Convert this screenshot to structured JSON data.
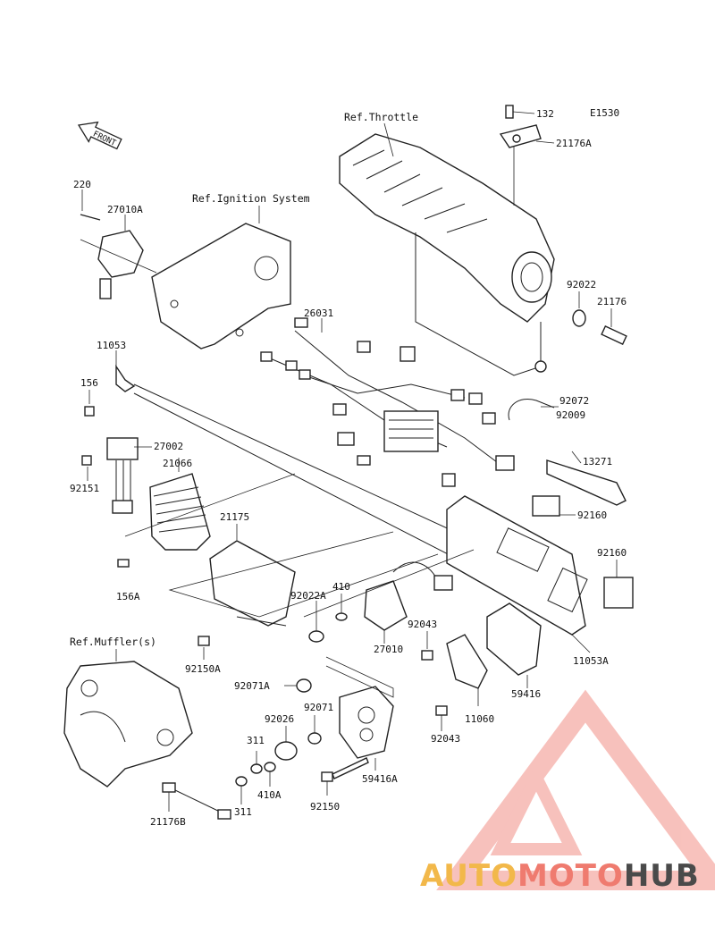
{
  "diagram_code": "E1530",
  "front_label": "FRONT",
  "refs": {
    "throttle": "Ref.Throttle",
    "ignition": "Ref.Ignition System",
    "muffler": "Ref.Muffler(s)"
  },
  "part_numbers": [
    "132",
    "21176A",
    "220",
    "27010A",
    "92022",
    "21176",
    "26031",
    "11053",
    "156",
    "92072",
    "92009",
    "27002",
    "21066",
    "92151",
    "13271",
    "92160",
    "21175",
    "92160",
    "156A",
    "410",
    "92022A",
    "27010",
    "92043",
    "11053A",
    "92150A",
    "92071A",
    "59416",
    "92071",
    "92026",
    "11060",
    "92043",
    "311",
    "59416A",
    "410A",
    "92150",
    "311",
    "21176B"
  ],
  "watermark": {
    "part1": "AUTO",
    "part2": "MOTO",
    "part3": "HUB",
    "colors": {
      "auto": "#f2b84a",
      "moto": "#ef7b6f",
      "hub": "#4a4a4a",
      "logo": "#f28f86"
    }
  }
}
